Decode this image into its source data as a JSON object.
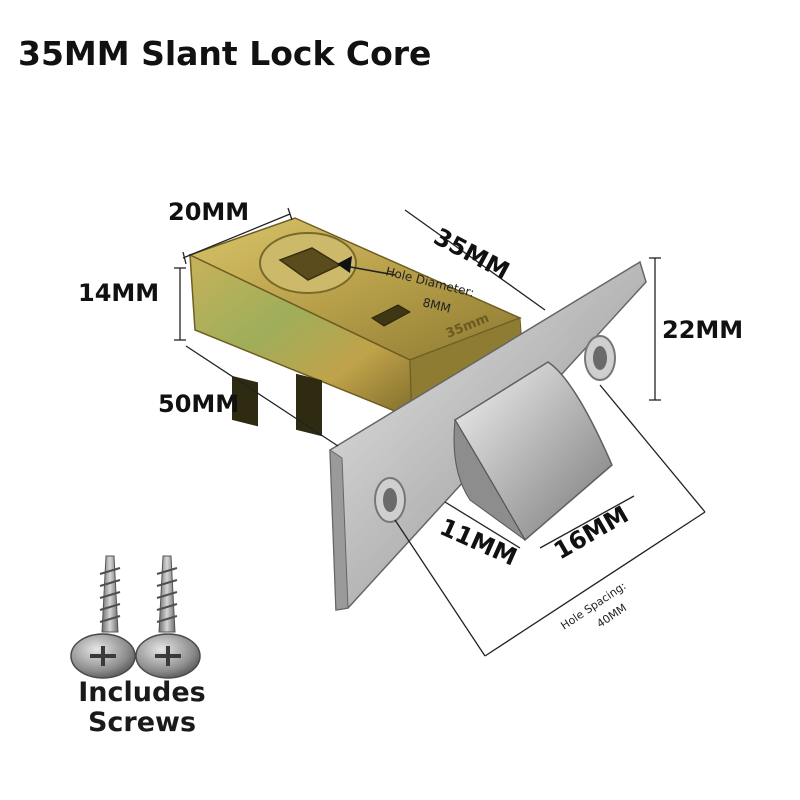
{
  "title": "35MM Slant Lock Core",
  "dimensions": {
    "top_width": "20MM",
    "top_length": "35MM",
    "left_height": "14MM",
    "bottom_length": "50MM",
    "plate_height": "22MM",
    "latch_depth": "11MM",
    "latch_width": "16MM"
  },
  "notes": {
    "hole_diameter_line1": "Hole Diameter:",
    "hole_diameter_line2": "8MM",
    "hole_spacing_line1": "Hole Spacing:",
    "hole_spacing_line2": "40MM",
    "stamp": "35mm"
  },
  "screws": {
    "label_line1": "Includes",
    "label_line2": "Screws"
  },
  "colors": {
    "brass_light": "#c9b25a",
    "brass_mid": "#a58f3b",
    "steel_light": "#d8d8d8",
    "steel_mid": "#a9a9a9",
    "steel_dark": "#6f6f6f",
    "line": "#222222"
  }
}
